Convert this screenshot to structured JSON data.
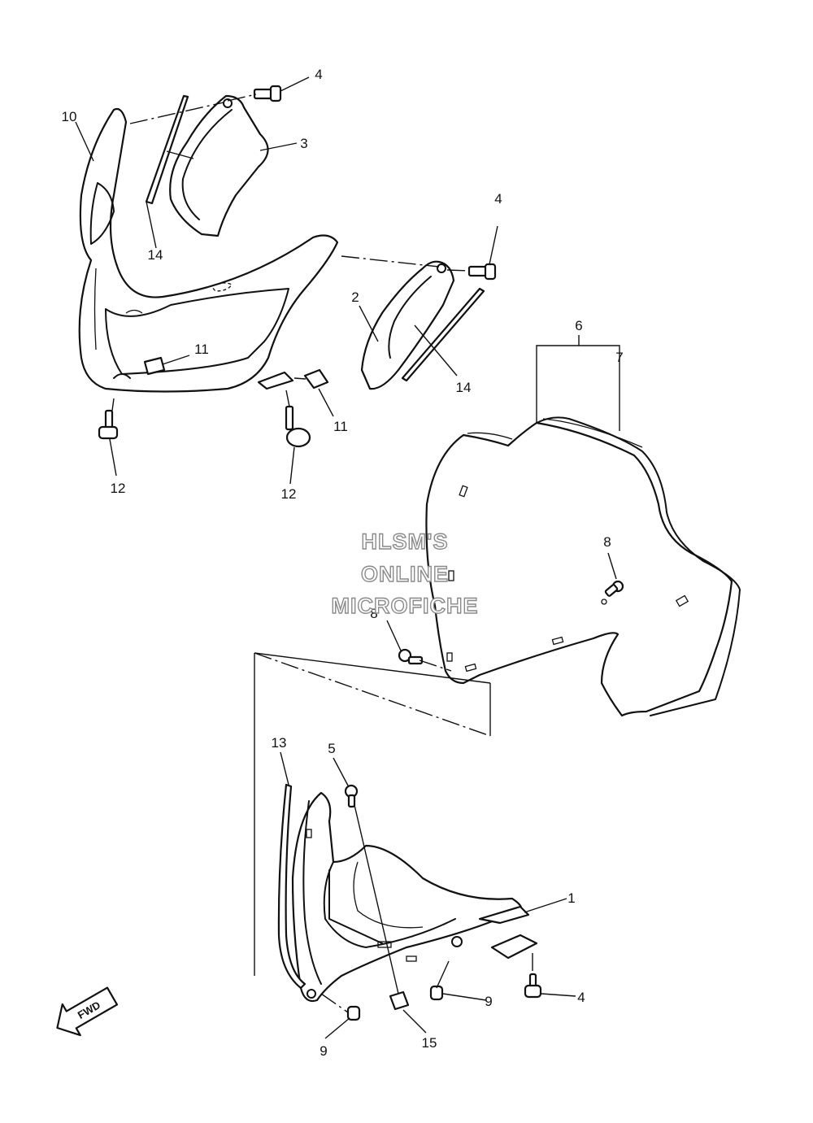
{
  "callouts": {
    "c1": "1",
    "c2": "2",
    "c3": "3",
    "c4a": "4",
    "c4b": "4",
    "c4c": "4",
    "c5": "5",
    "c6": "6",
    "c7": "7",
    "c8a": "8",
    "c8b": "8",
    "c9a": "9",
    "c9b": "9",
    "c10": "10",
    "c11a": "11",
    "c11b": "11",
    "c12a": "12",
    "c12b": "12",
    "c13": "13",
    "c14a": "14",
    "c14b": "14",
    "c15": "15"
  },
  "watermark": {
    "line1": "HLSM'S",
    "line2": "ONLINE",
    "line3": "MICROFICHE"
  },
  "direction_badge": "FWD"
}
